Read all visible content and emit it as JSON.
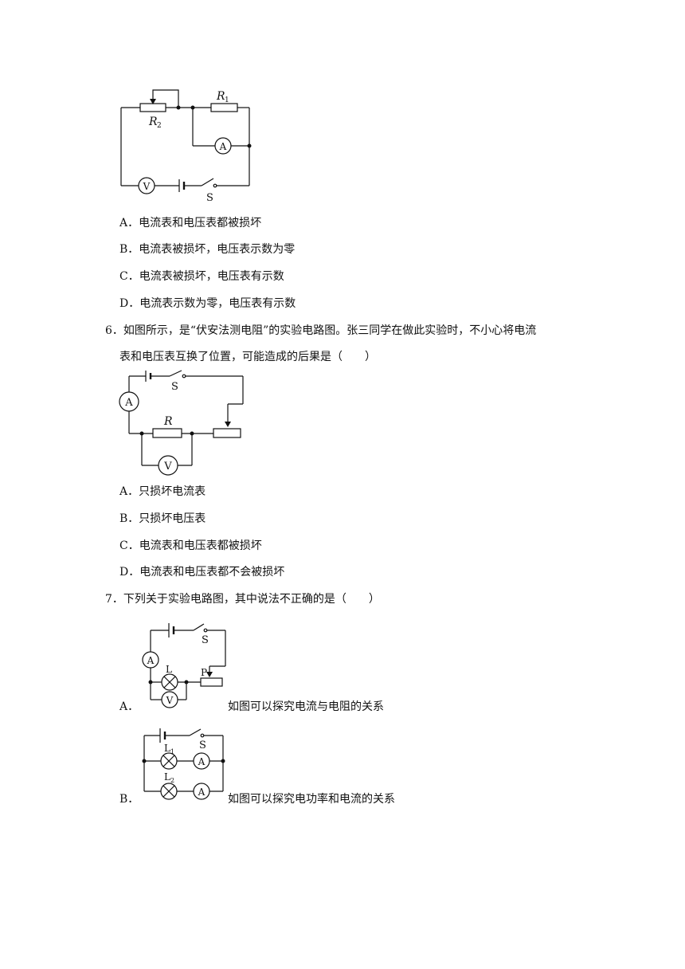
{
  "q5": {
    "circuit_labels": {
      "r1": "R",
      "r1_sub": "1",
      "r2": "R",
      "r2_sub": "2",
      "ammeter": "A",
      "voltmeter": "V",
      "switch": "S"
    },
    "options": [
      {
        "letter": "A．",
        "text": "电流表和电压表都被损坏"
      },
      {
        "letter": "B．",
        "text": "电流表被损坏，电压表示数为零"
      },
      {
        "letter": "C．",
        "text": "电流表被损坏，电压表有示数"
      },
      {
        "letter": "D．",
        "text": "电流表示数为零，电压表有示数"
      }
    ]
  },
  "q6": {
    "number": "6．",
    "stem_line1": "如图所示，是“伏安法测电阻”的实验电路图。张三同学在做此实验时，不小心将电流",
    "stem_line2": "表和电压表互换了位置，可能造成的后果是（　　）",
    "circuit_labels": {
      "ammeter": "A",
      "switch": "S",
      "resistor": "R",
      "voltmeter": "V"
    },
    "options": [
      {
        "letter": "A．",
        "text": "只损坏电流表"
      },
      {
        "letter": "B．",
        "text": "只损坏电压表"
      },
      {
        "letter": "C．",
        "text": "电流表和电压表都被损坏"
      },
      {
        "letter": "D．",
        "text": "电流表和电压表都不会被损坏"
      }
    ]
  },
  "q7": {
    "number": "7．",
    "stem": "下列关于实验电路图，其中说法不正确的是（　　）",
    "option_a": {
      "letter": "A．",
      "text": "如图可以探究电流与电阻的关系",
      "circuit_labels": {
        "switch": "S",
        "ammeter": "A",
        "lamp": "L",
        "slider": "P",
        "voltmeter": "V"
      }
    },
    "option_b": {
      "letter": "B．",
      "text": "如图可以探究电功率和电流的关系",
      "circuit_labels": {
        "switch": "S",
        "lamp1": "L",
        "lamp1_sub": "1",
        "ammeter1": "A",
        "lamp2": "L",
        "lamp2_sub": "2",
        "ammeter2": "A"
      }
    }
  }
}
